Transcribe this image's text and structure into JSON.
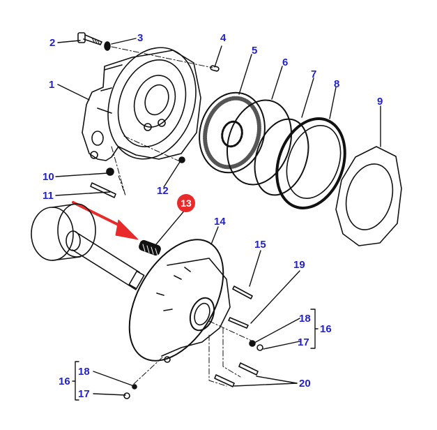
{
  "diagram": {
    "title": "",
    "colors": {
      "label": "#2222cc",
      "highlight_badge": "#e82a2a",
      "arrow": "#e82a2a",
      "line": "#111111"
    },
    "highlighted_part": "13",
    "labels": [
      {
        "id": "l1",
        "text": "1"
      },
      {
        "id": "l2",
        "text": "2"
      },
      {
        "id": "l3",
        "text": "3"
      },
      {
        "id": "l4",
        "text": "4"
      },
      {
        "id": "l5",
        "text": "5"
      },
      {
        "id": "l6",
        "text": "6"
      },
      {
        "id": "l7",
        "text": "7"
      },
      {
        "id": "l8",
        "text": "8"
      },
      {
        "id": "l9",
        "text": "9"
      },
      {
        "id": "l10",
        "text": "10"
      },
      {
        "id": "l11",
        "text": "11"
      },
      {
        "id": "l12",
        "text": "12"
      },
      {
        "id": "l13",
        "text": "13"
      },
      {
        "id": "l14",
        "text": "14"
      },
      {
        "id": "l15",
        "text": "15"
      },
      {
        "id": "l16a",
        "text": "16"
      },
      {
        "id": "l16b",
        "text": "16"
      },
      {
        "id": "l17a",
        "text": "17"
      },
      {
        "id": "l17b",
        "text": "17"
      },
      {
        "id": "l18a",
        "text": "18"
      },
      {
        "id": "l18b",
        "text": "18"
      },
      {
        "id": "l19",
        "text": "19"
      },
      {
        "id": "l20",
        "text": "20"
      }
    ]
  }
}
